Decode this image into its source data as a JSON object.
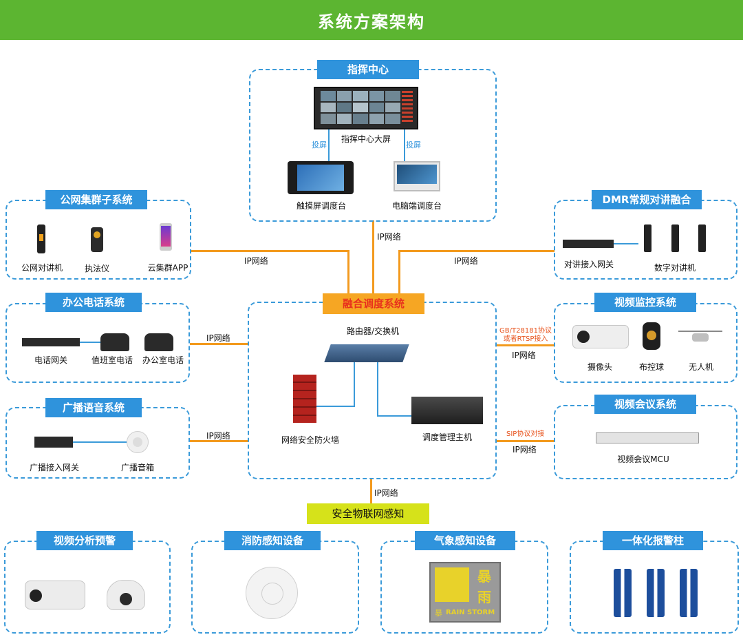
{
  "title": "系统方案架构",
  "colors": {
    "banner": "#5cb531",
    "header": "#2f93dc",
    "dashed": "#3a9ad9",
    "link": "#f39a1e",
    "core_title_bg": "#f6a623",
    "core_title_text": "#e8311d",
    "iot_bg": "#d6e21a",
    "note": "#e8531d"
  },
  "command_center": {
    "title": "指挥中心",
    "screen_label": "指挥中心大屏",
    "cast_left": "投屏",
    "cast_right": "投屏",
    "touch_console": "触摸屏调度台",
    "pc_console": "电脑端调度台"
  },
  "public_cluster": {
    "title": "公网集群子系统",
    "items": [
      "公网对讲机",
      "执法仪",
      "云集群APP"
    ]
  },
  "dmr": {
    "title": "DMR常规对讲融合",
    "gateway": "对讲接入网关",
    "radio": "数字对讲机"
  },
  "office_phone": {
    "title": "办公电话系统",
    "items": [
      "电话网关",
      "值班室电话",
      "办公室电话"
    ]
  },
  "video_monitor": {
    "title": "视频监控系统",
    "items": [
      "摄像头",
      "布控球",
      "无人机"
    ]
  },
  "broadcast": {
    "title": "广播语音系统",
    "items": [
      "广播接入网关",
      "广播音箱"
    ]
  },
  "video_conf": {
    "title": "视频会议系统",
    "items": [
      "视频会议MCU"
    ]
  },
  "core": {
    "title": "融合调度系统",
    "router": "路由器/交换机",
    "firewall": "网络安全防火墙",
    "host": "调度管理主机"
  },
  "links": {
    "top": "IP网络",
    "left_top": "IP网络",
    "right_top": "IP网络",
    "phone": "IP网络",
    "broadcast": "IP网络",
    "video_monitor": "IP网络",
    "video_conf": "IP网络",
    "iot": "IP网络",
    "gb_note_1": "GB/T28181协议",
    "gb_note_2": "或者RTSP接入",
    "sip_note": "SIP协议对接"
  },
  "iot": {
    "title": "安全物联网感知"
  },
  "bottom": [
    {
      "title": "视频分析预警"
    },
    {
      "title": "消防感知设备"
    },
    {
      "title": "气象感知设备",
      "sign_top": "暴",
      "sign_mid": "雨",
      "sign_small": "暴",
      "sign_en": "RAIN STORM"
    },
    {
      "title": "一体化报警柱"
    }
  ]
}
